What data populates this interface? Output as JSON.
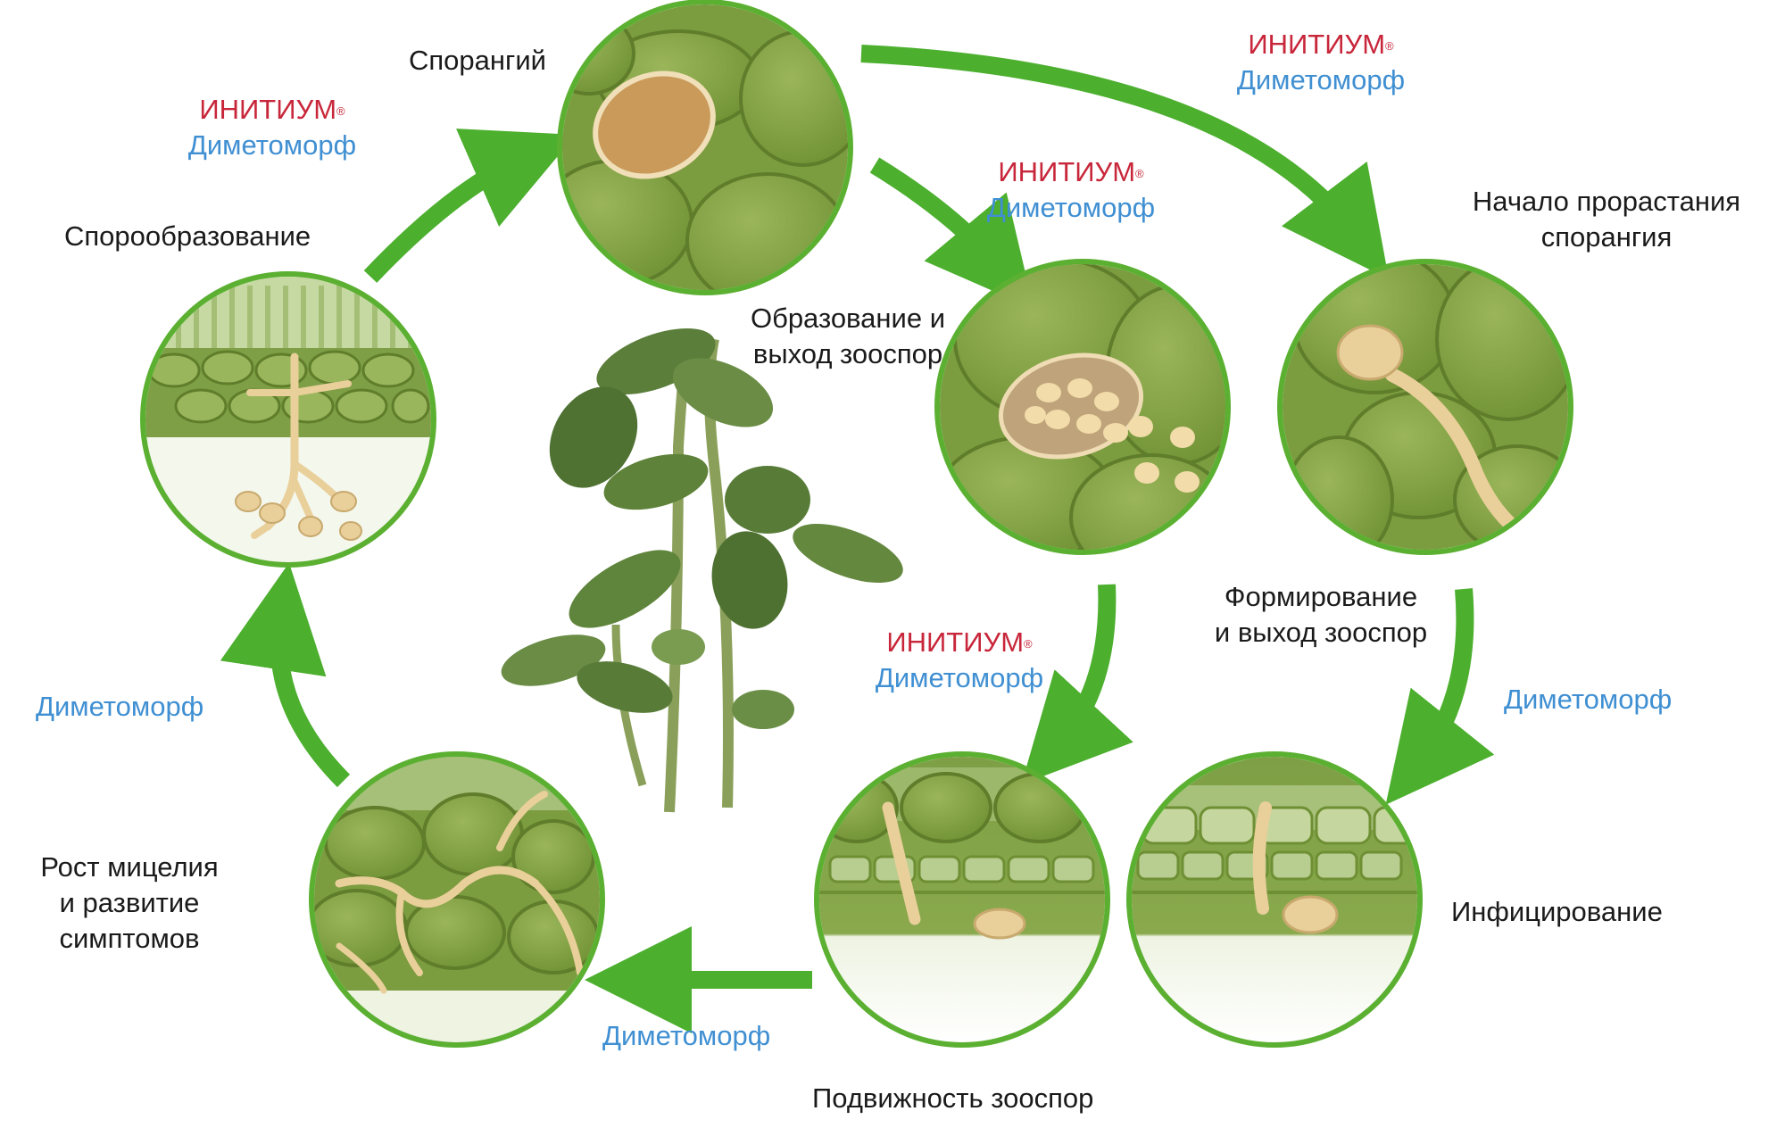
{
  "stages": {
    "sporangium": "Спорангий",
    "germination": [
      "Начало прорастания",
      "спорангия"
    ],
    "zoospore_release": [
      "Образование и",
      "выход зооспор"
    ],
    "zoospore_formation": [
      "Формирование",
      "и выход зооспор"
    ],
    "infection": "Инфицирование",
    "zoospore_motility": "Подвижность зооспор",
    "mycelium_growth": [
      "Рост мицелия",
      "и развитие",
      "симптомов"
    ],
    "sporulation": "Спорообразование"
  },
  "products": {
    "brand": "ИНИТИУМ",
    "brand_mark": "®",
    "active": "Диметоморф"
  },
  "colors": {
    "arrow": "#4caf2e",
    "ring": "#5bb032",
    "brand": "#c8263a",
    "active": "#3f8fd2",
    "leaf": "#7a9c3c",
    "spore": "#e9cf9a"
  },
  "icons": [
    "plant-illustration",
    "sporangium-image",
    "germination-image",
    "zoospore-release-image",
    "infection-image",
    "motility-image",
    "mycelium-image",
    "sporulation-image"
  ]
}
